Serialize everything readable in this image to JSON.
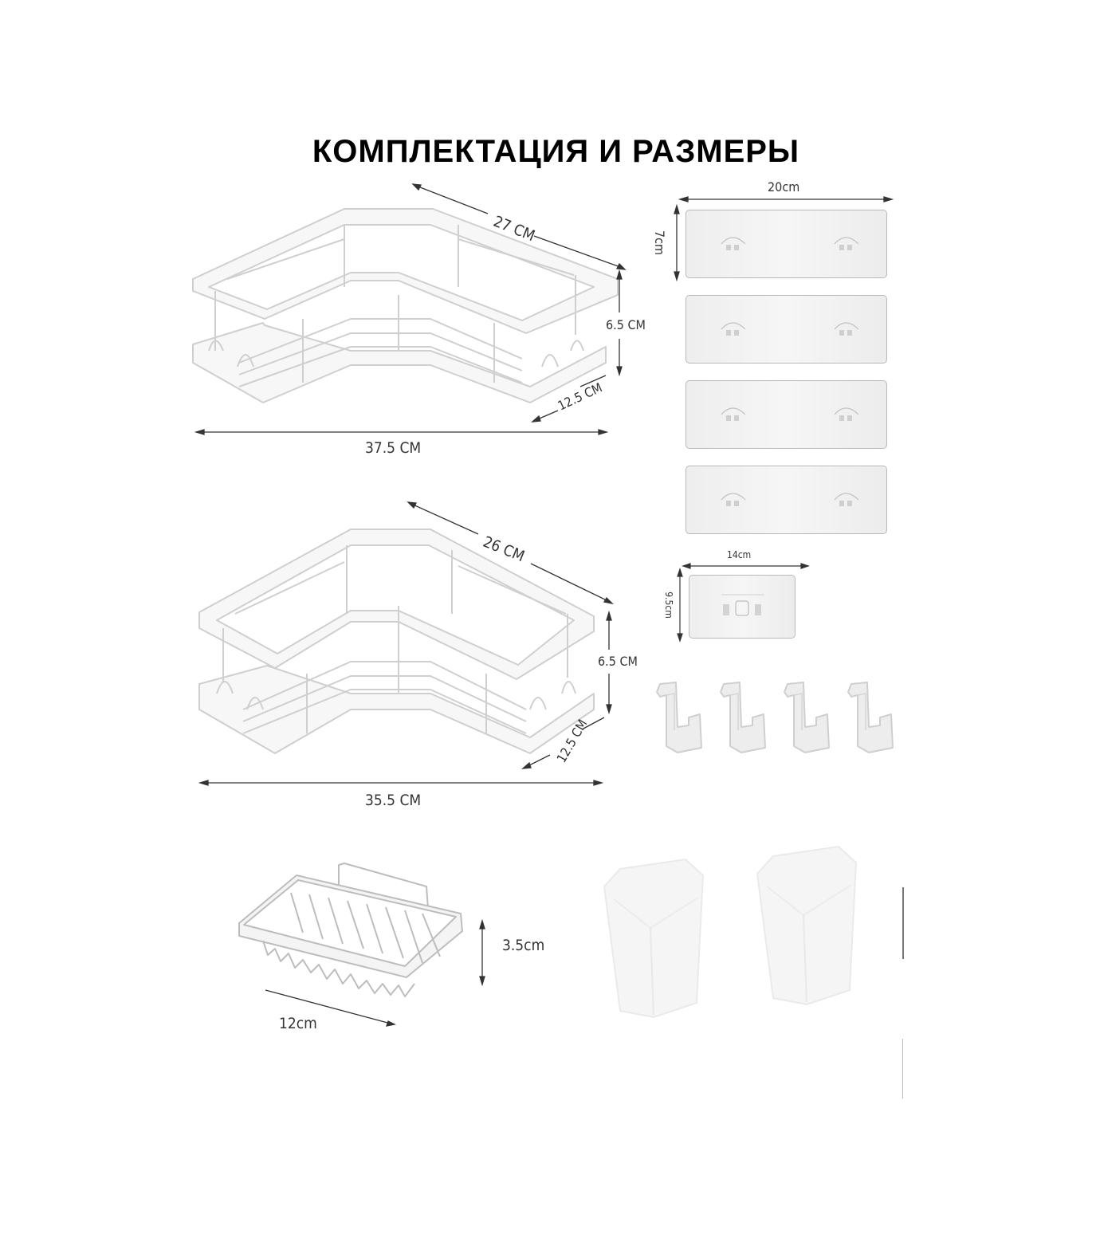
{
  "title": "КОМПЛЕКТАЦИЯ И РАЗМЕРЫ",
  "items": {
    "large_corner_shelf": {
      "depth_label": "27 CM",
      "height_label": "6.5 CM",
      "side_label": "12.5 CM",
      "width_label": "37.5 CM"
    },
    "small_corner_shelf": {
      "depth_label": "26 CM",
      "height_label": "6.5 CM",
      "side_label": "12.5 CM",
      "width_label": "35.5 CM"
    },
    "adhesive_plates_large": {
      "count": 4,
      "width_label": "20cm",
      "height_label": "7cm"
    },
    "adhesive_plate_small": {
      "count": 1,
      "width_label": "14cm",
      "height_label": "9.5cm"
    },
    "hooks": {
      "count": 4
    },
    "soap_dish": {
      "height_label": "3.5cm",
      "width_label": "12cm"
    },
    "cups": {
      "count": 2
    }
  },
  "colors": {
    "title": "#000000",
    "arrow": "#333333",
    "product_stroke": "#c8c8c8",
    "product_fill": "#f4f4f4",
    "plate_border": "#b9b9b9"
  }
}
